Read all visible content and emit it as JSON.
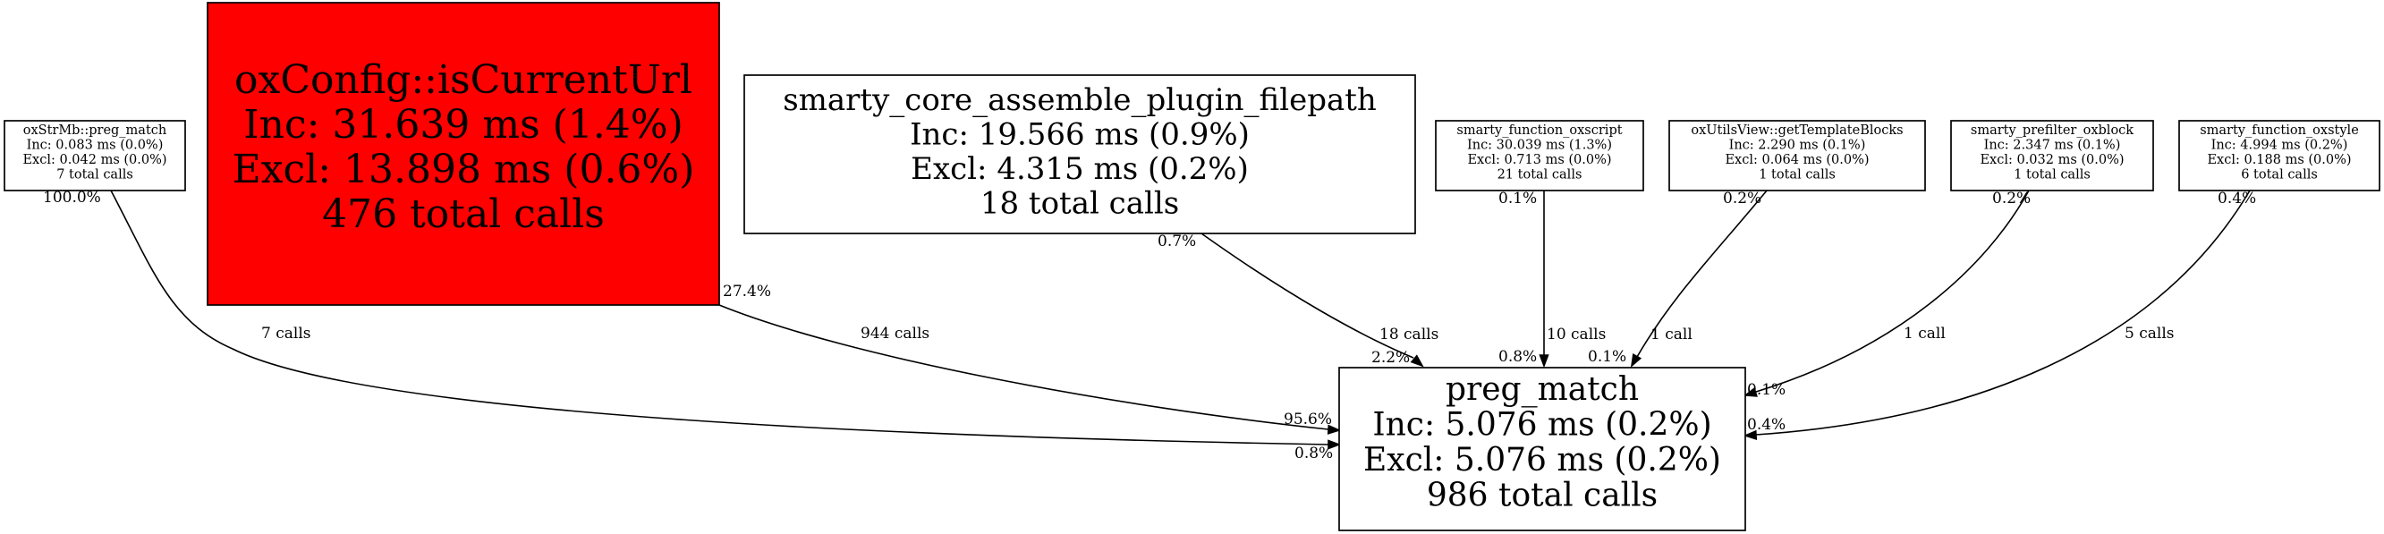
{
  "graph": {
    "nodes": [
      {
        "id": "oxstrmb-preg-match",
        "lines": [
          "oxStrMb::preg_match",
          "Inc: 0.083 ms (0.0%)",
          "Excl: 0.042 ms (0.0%)",
          "7 total calls"
        ],
        "fill": "#ffffff",
        "size": "small"
      },
      {
        "id": "oxconfig-iscurrenturl",
        "lines": [
          "oxConfig::isCurrentUrl",
          "Inc: 31.639 ms (1.4%)",
          "Excl: 13.898 ms (0.6%)",
          "476 total calls"
        ],
        "fill": "#ff0000",
        "size": "xlarge"
      },
      {
        "id": "smarty-core-assemble-plugin-filepath",
        "lines": [
          "smarty_core_assemble_plugin_filepath",
          "Inc: 19.566 ms (0.9%)",
          "Excl: 4.315 ms (0.2%)",
          "18 total calls"
        ],
        "fill": "#ffffff",
        "size": "large"
      },
      {
        "id": "smarty-function-oxscript",
        "lines": [
          "smarty_function_oxscript",
          "Inc: 30.039 ms (1.3%)",
          "Excl: 0.713 ms (0.0%)",
          "21 total calls"
        ],
        "fill": "#ffffff",
        "size": "small"
      },
      {
        "id": "oxutilsview-gettemplateblocks",
        "lines": [
          "oxUtilsView::getTemplateBlocks",
          "Inc: 2.290 ms (0.1%)",
          "Excl: 0.064 ms (0.0%)",
          "1 total calls"
        ],
        "fill": "#ffffff",
        "size": "small"
      },
      {
        "id": "smarty-prefilter-oxblock",
        "lines": [
          "smarty_prefilter_oxblock",
          "Inc: 2.347 ms (0.1%)",
          "Excl: 0.032 ms (0.0%)",
          "1 total calls"
        ],
        "fill": "#ffffff",
        "size": "small"
      },
      {
        "id": "smarty-function-oxstyle",
        "lines": [
          "smarty_function_oxstyle",
          "Inc: 4.994 ms (0.2%)",
          "Excl: 0.188 ms (0.0%)",
          "6 total calls"
        ],
        "fill": "#ffffff",
        "size": "small"
      },
      {
        "id": "preg-match",
        "lines": [
          "preg_match",
          "Inc: 5.076 ms (0.2%)",
          "Excl: 5.076 ms (0.2%)",
          "986 total calls"
        ],
        "fill": "#ffffff",
        "size": "large"
      }
    ],
    "edges": [
      {
        "id": "oxstrmb-to-preg-match",
        "from": "oxstrmb-preg-match",
        "to": "preg-match",
        "calls": "7 calls",
        "tail_pct": "100.0%",
        "head_pct": "0.8%"
      },
      {
        "id": "oxconfig-to-preg-match",
        "from": "oxconfig-iscurrenturl",
        "to": "preg-match",
        "calls": "944 calls",
        "tail_pct": "27.4%",
        "head_pct": "95.6%"
      },
      {
        "id": "smarty-core-to-preg-match",
        "from": "smarty-core-assemble-plugin-filepath",
        "to": "preg-match",
        "calls": "18 calls",
        "tail_pct": "0.7%",
        "head_pct": "2.2%"
      },
      {
        "id": "oxscript-to-preg-match",
        "from": "smarty-function-oxscript",
        "to": "preg-match",
        "calls": "10 calls",
        "tail_pct": "0.1%",
        "head_pct": "0.8%"
      },
      {
        "id": "gettemplateblocks-to-preg-match",
        "from": "oxutilsview-gettemplateblocks",
        "to": "preg-match",
        "calls": "1 call",
        "tail_pct": "0.2%",
        "head_pct": "0.1%"
      },
      {
        "id": "oxblock-to-preg-match",
        "from": "smarty-prefilter-oxblock",
        "to": "preg-match",
        "calls": "1 call",
        "tail_pct": "0.2%",
        "head_pct": "0.1%"
      },
      {
        "id": "oxstyle-to-preg-match",
        "from": "smarty-function-oxstyle",
        "to": "preg-match",
        "calls": "5 calls",
        "tail_pct": "0.4%",
        "head_pct": "0.4%"
      }
    ]
  }
}
